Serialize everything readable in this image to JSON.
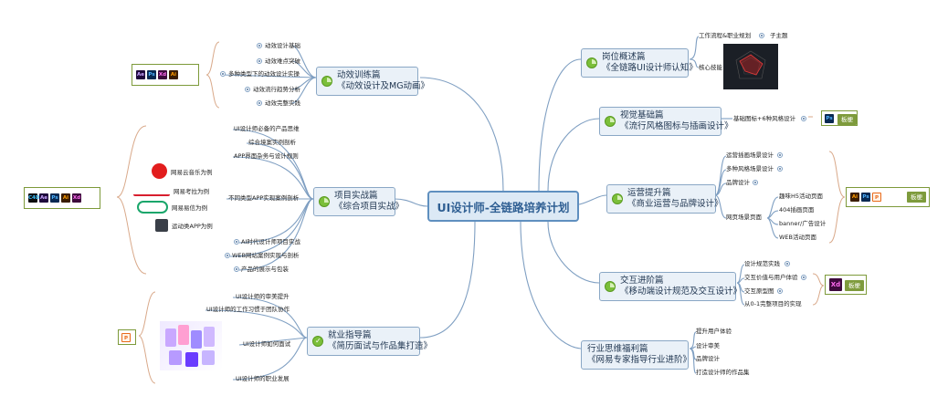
{
  "central": "UI设计师-全链路培养计划",
  "branches": {
    "anim": {
      "title": "动效训练篇",
      "sub": "《动效设计及MG动画》",
      "items": [
        "动效设计基础",
        "动效难点突破",
        "多种类型下的动效设计实操",
        "动效流行趋势分析",
        "动效完整实践"
      ],
      "tools": [
        "Ae",
        "Ps",
        "Xd",
        "Ai"
      ]
    },
    "project": {
      "title": "项目实战篇",
      "sub": "《综合项目实战》",
      "items_top": [
        "UI设计师必备的产品思维",
        "综合境案实例剖析",
        "APP界面杂务与设计规则"
      ],
      "mid": "不同类型APP实现案例剖析",
      "items_bottom": [
        "AI时代设计师项目实战",
        "WEB网站案例实现与剖析",
        "产品的展示与包装"
      ],
      "examples": [
        "网易云音乐为例",
        "网易考拉为例",
        "网易易信为例",
        "运动类APP为例"
      ],
      "tools": [
        "C4D",
        "Ae",
        "Ps",
        "Ai",
        "Xd"
      ]
    },
    "job": {
      "title": "就业指导篇",
      "sub": "《简历面试与作品集打造》",
      "items": [
        "UI设计师的审美提升",
        "UI设计师的工作习惯于团队协作",
        "UI设计师如何面试",
        "UI设计师的职业发展"
      ],
      "tools": [
        "P"
      ]
    },
    "position": {
      "title": "岗位概述篇",
      "sub": "《全链路UI设计师认知》",
      "items": [
        "工作流程&职业规划",
        "核心技能"
      ],
      "child": "子主题"
    },
    "visual": {
      "title": "视觉基础篇",
      "sub": "《流行风格图标与插画设计》",
      "items": [
        "基础图标+6种风格设计"
      ],
      "tools": [
        "Ps"
      ],
      "tag": "板梗"
    },
    "operation": {
      "title": "运营提升篇",
      "sub": "《商业运营与品牌设计》",
      "items": [
        "运营插画场景设计",
        "多种风格场景设计",
        "品牌设计",
        "网页场景页面"
      ],
      "web_items": [
        "趣味H5活动页面",
        "404插画页面",
        "banner/广告设计",
        "WEB活动页面"
      ],
      "tools": [
        "Ai",
        "Ps",
        "P"
      ],
      "tag": "板梗"
    },
    "interaction": {
      "title": "交互进阶篇",
      "sub": "《移动端设计规范及交互设计》",
      "items": [
        "设计规范实践",
        "交互价值与用户体验",
        "交互原型图",
        "从0-1完整项目的实现"
      ],
      "tools": [
        "Xd"
      ],
      "tag": "板梗"
    },
    "industry": {
      "title": "行业思维福利篇",
      "sub": "《网易专家指导行业进阶》",
      "items": [
        "提升用户体验",
        "设计审美",
        "品牌设计",
        "打造设计师的作品集"
      ]
    }
  },
  "colors": {
    "line": "#7f9fc2",
    "branch_bg": "#eaf1f8",
    "accent": "#7bbf3a",
    "tag": "#7e9b3c"
  }
}
